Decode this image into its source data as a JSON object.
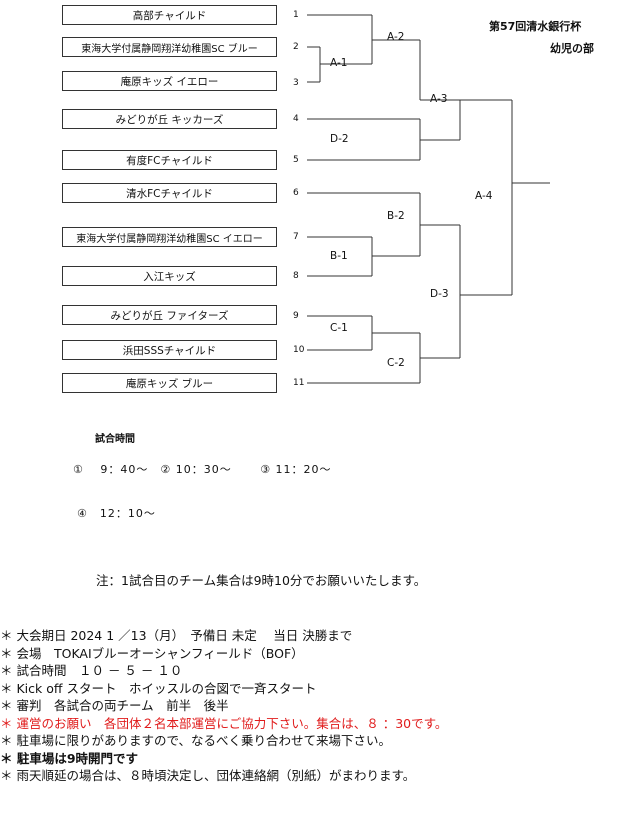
{
  "tournament": {
    "title": "第57回清水銀行杯",
    "subtitle": "幼児の部"
  },
  "teams": [
    {
      "name": "高部チャイルド",
      "no": "1"
    },
    {
      "name": "東海大学付属静岡翔洋幼稚園SC ブルー",
      "no": "2"
    },
    {
      "name": "庵原キッズ イエロー",
      "no": "3"
    },
    {
      "name": "みどりが丘 キッカーズ",
      "no": "4"
    },
    {
      "name": "有度FCチャイルド",
      "no": "5"
    },
    {
      "name": "清水FCチャイルド",
      "no": "6"
    },
    {
      "name": "東海大学付属静岡翔洋幼稚園SC イエロー",
      "no": "7"
    },
    {
      "name": "入江キッズ",
      "no": "8"
    },
    {
      "name": "みどりが丘 ファイターズ",
      "no": "9"
    },
    {
      "name": "浜田SSSチャイルド",
      "no": "10"
    },
    {
      "name": "庵原キッズ ブルー",
      "no": "11"
    }
  ],
  "matches": {
    "a1": "A-1",
    "a2": "A-2",
    "a3": "A-3",
    "a4": "A-4",
    "b1": "B-1",
    "b2": "B-2",
    "c1": "C-1",
    "c2": "C-2",
    "d2": "D-2",
    "d3": "D-3"
  },
  "schedule": {
    "heading": "試合時間",
    "row1": "①　 9：40～　② 10：30～　　 ③ 11：20～",
    "row2": "④　12：10～"
  },
  "note": "注：1試合目のチーム集合は9時10分でお願いいたします。",
  "info": [
    {
      "text": "＊ 大会期日 2024 1 ／13（月）　予備日 未定　 当日 決勝まで",
      "style": "normal"
    },
    {
      "text": "＊ 会場　TOKAIブルーオーシャンフィールド（BOF）",
      "style": "normal"
    },
    {
      "text": "＊ 試合時間　１０ － ５ － １０",
      "style": "normal"
    },
    {
      "text": "＊ Kick off スタート　ホイッスルの合図で一斉スタート",
      "style": "normal"
    },
    {
      "text": "＊ 審判　各試合の両チーム　前半　後半",
      "style": "normal"
    },
    {
      "text": "＊ 運営のお願い　各団体２名本部運営にご協力下さい。集合は、８ ：30です。",
      "style": "red"
    },
    {
      "text": "＊ 駐車場に限りがありますので、なるべく乗り合わせて来場下さい。",
      "style": "normal"
    },
    {
      "text": "＊ 駐車場は9時開門です",
      "style": "bold"
    },
    {
      "text": "＊ 雨天順延の場合は、８時頃決定し、団体連絡網（別紙）がまわります。",
      "style": "normal"
    }
  ]
}
